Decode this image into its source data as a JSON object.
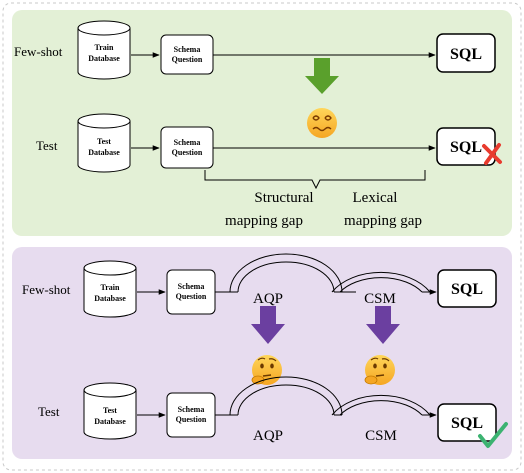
{
  "panel_top": {
    "row1": {
      "label": "Few-shot",
      "database": [
        "Train",
        "Database"
      ],
      "schema": [
        "Schema",
        "Question"
      ],
      "output": "SQL"
    },
    "row2": {
      "label": "Test",
      "database": [
        "Test",
        "Database"
      ],
      "schema": [
        "Schema",
        "Question"
      ],
      "output": "SQL",
      "result_icon": "red-cross-icon"
    },
    "transfer_icon": "dizzy-face-icon",
    "gap_labels": {
      "structural": [
        "Structural",
        "mapping gap"
      ],
      "lexical": [
        "Lexical",
        "mapping gap"
      ]
    },
    "colors": {
      "background": "#e3f0d6",
      "arrow": "#5aa02c",
      "cross": "#e83b2e"
    }
  },
  "panel_bottom": {
    "row1": {
      "label": "Few-shot",
      "database": [
        "Train",
        "Database"
      ],
      "schema": [
        "Schema",
        "Question"
      ],
      "module1": "AQP",
      "module2": "CSM",
      "output": "SQL"
    },
    "row2": {
      "label": "Test",
      "database": [
        "Test",
        "Database"
      ],
      "schema": [
        "Schema",
        "Question"
      ],
      "module1": "AQP",
      "module2": "CSM",
      "output": "SQL",
      "result_icon": "green-check-icon"
    },
    "transfer_icons": [
      "thinking-face-icon",
      "thinking-face-icon"
    ],
    "colors": {
      "background": "#e7dcef",
      "arrow": "#6b3fa0",
      "check": "#3cb371"
    }
  }
}
